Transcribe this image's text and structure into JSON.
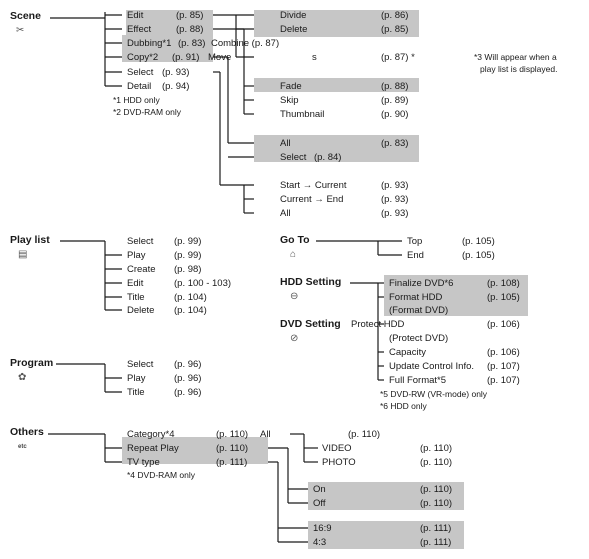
{
  "sections": {
    "scene": {
      "title": "Scene",
      "icon": "film-scene-icon"
    },
    "play_list": {
      "title": "Play list",
      "icon": "play-list-icon"
    },
    "program": {
      "title": "Program",
      "icon": "program-icon"
    },
    "others": {
      "title": "Others",
      "icon_text": "etc"
    },
    "go_to": {
      "title": "Go To",
      "icon": "go-to-icon"
    },
    "hdd_setting": {
      "title": "HDD Setting",
      "icon": "hdd-icon"
    },
    "dvd_setting": {
      "title": "DVD Setting",
      "icon": "dvd-icon"
    }
  },
  "scene_items": [
    {
      "label": "Edit",
      "page": "(p. 85)"
    },
    {
      "label": "Effect",
      "page": "(p. 88)"
    },
    {
      "label": "Dubbing*1",
      "page": "(p. 83)"
    },
    {
      "label": "Copy*2",
      "page": "(p. 91)"
    },
    {
      "label": "Select",
      "page": "(p. 93)"
    },
    {
      "label": "Detail",
      "page": "(p. 94)"
    }
  ],
  "scene_extras": {
    "combine": "Combine (p. 87)",
    "move": "Move",
    "s_mark": "s",
    "s_page": "(p. 87) *"
  },
  "scene_notes": [
    "*1 HDD only",
    "*2 DVD-RAM only"
  ],
  "edit_items": [
    {
      "label": "Divide",
      "page": "(p. 86)"
    },
    {
      "label": "Delete",
      "page": "(p. 85)"
    }
  ],
  "note3": {
    "line1": "*3 Will appear when a",
    "line2": "play list is displayed."
  },
  "effect_items": [
    {
      "label": "Fade",
      "page": "(p. 88)"
    },
    {
      "label": "Skip",
      "page": "(p. 89)"
    },
    {
      "label": "Thumbnail",
      "page": "(p. 90)"
    }
  ],
  "copy_items": [
    {
      "label": "All",
      "page": "(p. 83)"
    },
    {
      "label": "Select",
      "page": "(p. 84)"
    }
  ],
  "select_items": [
    {
      "label": "Start → Current",
      "page": "(p. 93)"
    },
    {
      "label": "Current → End",
      "page": "(p. 93)"
    },
    {
      "label": "All",
      "page": "(p. 93)"
    }
  ],
  "playlist_items": [
    {
      "label": "Select",
      "page": "(p. 99)"
    },
    {
      "label": "Play",
      "page": "(p. 99)"
    },
    {
      "label": "Create",
      "page": "(p. 98)"
    },
    {
      "label": "Edit",
      "page": "(p. 100 - 103)"
    },
    {
      "label": "Title",
      "page": "(p. 104)"
    },
    {
      "label": "Delete",
      "page": "(p. 104)"
    }
  ],
  "goto_items": [
    {
      "label": "Top",
      "page": "(p. 105)"
    },
    {
      "label": "End",
      "page": "(p. 105)"
    }
  ],
  "hdd_items": [
    {
      "label": "Finalize DVD*6",
      "page": "(p. 108)"
    },
    {
      "label": "Format HDD",
      "page": "(p. 105)"
    },
    {
      "label": "(Format DVD)",
      "page": ""
    }
  ],
  "dvd_extra": {
    "protect_hdd": "Protect HDD",
    "protect_dvd": "(Protect DVD)",
    "protect_page": "(p. 106)"
  },
  "hdd_more_items": [
    {
      "label": "Capacity",
      "page": "(p. 106)"
    },
    {
      "label": "Update Control Info.",
      "page": "(p. 107)"
    },
    {
      "label": "Full Format*5",
      "page": "(p. 107)"
    }
  ],
  "hdd_notes": [
    "*5 DVD-RW (VR-mode) only",
    "*6 HDD only"
  ],
  "program_items": [
    {
      "label": "Select",
      "page": "(p. 96)"
    },
    {
      "label": "Play",
      "page": "(p. 96)"
    },
    {
      "label": "Title",
      "page": "(p. 96)"
    }
  ],
  "others_items": [
    {
      "label": "Category*4",
      "page": "(p. 110)"
    },
    {
      "label": "Repeat Play",
      "page": "(p. 110)"
    },
    {
      "label": "TV type",
      "page": "(p. 111)"
    }
  ],
  "others_note": "*4 DVD-RAM only",
  "category_items": [
    {
      "label": "All",
      "page": "(p. 110)"
    },
    {
      "label": "VIDEO",
      "page": "(p. 110)"
    },
    {
      "label": "PHOTO",
      "page": "(p. 110)"
    }
  ],
  "repeat_items": [
    {
      "label": "On",
      "page": "(p. 110)"
    },
    {
      "label": "Off",
      "page": "(p. 110)"
    }
  ],
  "tvtype_items": [
    {
      "label": "16:9",
      "page": "(p. 111)"
    },
    {
      "label": "4:3",
      "page": "(p. 111)"
    }
  ]
}
